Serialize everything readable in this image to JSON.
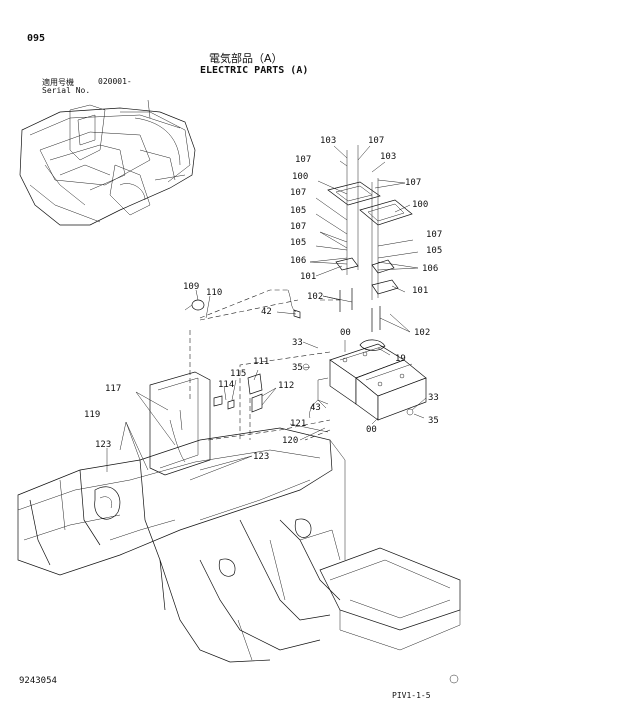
{
  "header": {
    "page_number": "095",
    "title_jp": "電気部品（A）",
    "title_en": "ELECTRIC PARTS (A)",
    "applicable_label_jp": "適用号機",
    "serial_label": "Serial No.",
    "serial_value": "020001-"
  },
  "footer": {
    "doc_number": "9243054",
    "page_code": "PIV1-1-5"
  },
  "callouts": {
    "c103a": "103",
    "c107a": "107",
    "c107b": "107",
    "c103b": "103",
    "c107c": "107",
    "c100a": "100",
    "c100b": "100",
    "c107d": "107",
    "c105a": "105",
    "c107e": "107",
    "c105b": "105",
    "c107f": "107",
    "c105c": "105",
    "c106a": "106",
    "c106b": "106",
    "c101a": "101",
    "c101b": "101",
    "c102a": "102",
    "c102b": "102",
    "c109": "109",
    "c110": "110",
    "c42": "42",
    "c00a": "00",
    "c19": "19",
    "c33a": "33",
    "c35a": "35",
    "c111": "111",
    "c115": "115",
    "c114": "114",
    "c112": "112",
    "c117": "117",
    "c43": "43",
    "c33b": "33",
    "c35b": "35",
    "c119": "119",
    "c121": "121",
    "c120": "120",
    "c00b": "00",
    "c123a": "123",
    "c123b": "123"
  }
}
